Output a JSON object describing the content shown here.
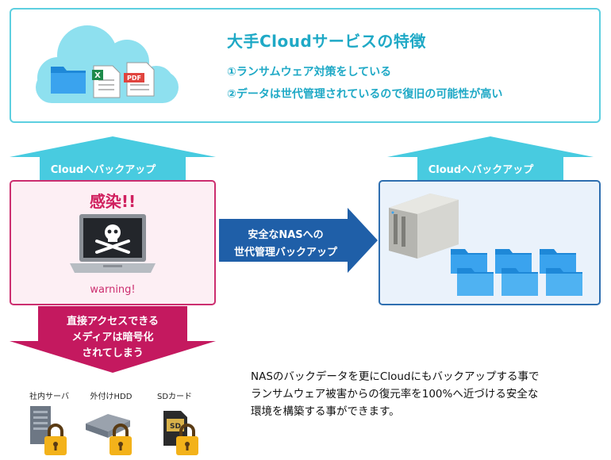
{
  "cloud": {
    "title": "大手Cloudサービスの特徴",
    "features": [
      "①ランサムウェア対策をしている",
      "②データは世代管理されているので復旧の可能性が高い"
    ],
    "xls_label": "X",
    "pdf_label": "PDF"
  },
  "left_arrow_label": "Cloudへバックアップ",
  "right_arrow_label": "Cloudへバックアップ",
  "infected": {
    "title": "感染!!",
    "warning": "warning!"
  },
  "middle_arrow": {
    "line1": "安全なNASへの",
    "line2": "世代管理バックアップ"
  },
  "down_arrow": {
    "lines": [
      "直接アクセスできる",
      "メディアは暗号化",
      "されてしまう"
    ]
  },
  "media": [
    {
      "label": "社内サーバ"
    },
    {
      "label": "外付けHDD"
    },
    {
      "label": "SDカード",
      "card_text": "SD"
    }
  ],
  "bottom_text": [
    "NASのバックデータを更にCloudにもバックアップする事で",
    "ランサムウェア被害からの復元率を100%へ近づける安全な",
    "環境を構築する事ができます。"
  ],
  "colors": {
    "cyan": "#5dcfe0",
    "title_blue": "#1fa9c6",
    "crimson": "#c4195f",
    "navy": "#1e5fa8"
  }
}
